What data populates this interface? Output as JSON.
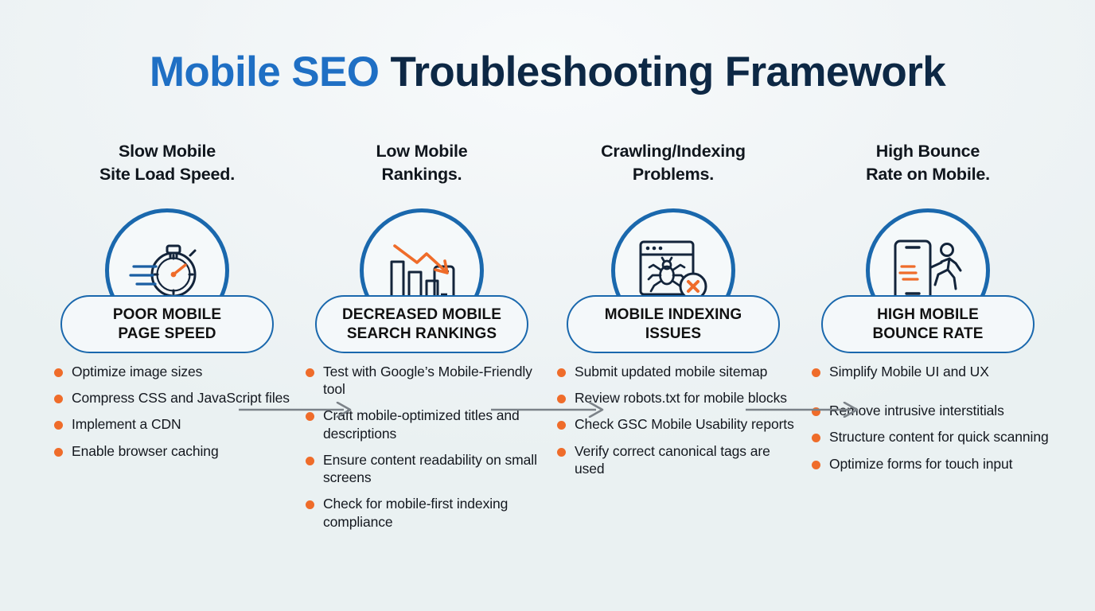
{
  "title": {
    "accent": "Mobile SEO",
    "rest": "Troubleshooting Framework"
  },
  "colors": {
    "accent_blue": "#1f6fc4",
    "dark_navy": "#0d2845",
    "ring_blue": "#1a68ad",
    "bullet_orange": "#ef6c2a",
    "arrow_gray": "#7b8288",
    "background": "#f0f4f6"
  },
  "columns": [
    {
      "heading_line1": "Slow Mobile",
      "heading_line2": "Site Load Speed.",
      "icon": "stopwatch-speed-icon",
      "pill_line1": "POOR MOBILE",
      "pill_line2": "PAGE SPEED",
      "bullets": [
        "Optimize image sizes",
        "Compress CSS and JavaScript files",
        "Implement a CDN",
        "Enable browser caching"
      ]
    },
    {
      "heading_line1": "Low Mobile",
      "heading_line2": "Rankings.",
      "icon": "declining-bar-chart-mobile-icon",
      "pill_line1": "DECREASED MOBILE",
      "pill_line2": "SEARCH RANKINGS",
      "bullets": [
        "Test with Google’s Mobile-Friendly tool",
        "Craft mobile-optimized titles and descriptions",
        "Ensure content readability on small screens",
        "Check for mobile-first indexing compliance"
      ]
    },
    {
      "heading_line1": "Crawling/Indexing",
      "heading_line2": "Problems.",
      "icon": "browser-crawler-spider-error-icon",
      "pill_line1": "MOBILE INDEXING",
      "pill_line2": "ISSUES",
      "bullets": [
        "Submit updated mobile sitemap",
        "Review robots.txt for mobile blocks",
        "Check GSC Mobile Usability reports",
        "Verify correct canonical tags are used"
      ]
    },
    {
      "heading_line1": "High Bounce",
      "heading_line2": "Rate on Mobile.",
      "icon": "phone-running-person-bounce-icon",
      "pill_line1": "HIGH MOBILE",
      "pill_line2": "BOUNCE RATE",
      "bullets": [
        "Simplify Mobile UI and UX",
        "Remove intrusive interstitials",
        "Structure content for quick scanning",
        "Optimize forms for touch input"
      ]
    }
  ],
  "connectors": [
    {
      "name": "arrow-1-to-2"
    },
    {
      "name": "arrow-2-to-3"
    },
    {
      "name": "arrow-3-to-4"
    }
  ]
}
